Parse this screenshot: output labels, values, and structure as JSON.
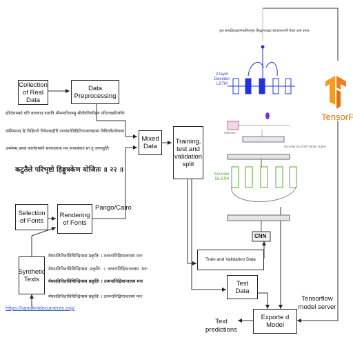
{
  "boxes": {
    "collection": "Collection of Real Data",
    "preprocessing": "Data Preprocessing",
    "mixed": "Mixed Data",
    "split": "Training, test and validation split",
    "selection": "Selection of Fonts",
    "rendering": "Rendering of Fonts",
    "synthetic": "Synthetic Texts",
    "train_val": "Train and Validation Data",
    "test": "Test Data",
    "exported": "Exporte d Model"
  },
  "labels": {
    "pango": "Pango/Cairo",
    "tf_server": "Tensorflow model server",
    "text_pred": "Text predictions",
    "source_link": "https://sanskritdocuments.org/",
    "tensorflow_logo": "TensorFlow"
  },
  "network": {
    "decoder": "2-layer Decoder LSTM",
    "encoder": "Encoder BLSTM",
    "cnn": "CNN",
    "attention": "Attention",
    "enc_states": "Encoder BLSTM hidden states",
    "output_text": "कृत साधक्षितक्षाणमप्रमितमृष्टः सिद्धाश्लाक्षाः सातवानतानी तैयार उत्स वनात"
  },
  "real_text": [
    "हरिर्दशाम्बने यति बालयात् वतरति श्रीमन्दनिताम्बु श्रीवीरधिपरिहरु परिताच्छतिलोके",
    "वासिमानम् हि निक्षितने निवेशवाहीरि तरवायतेविहितिभजलाद्यास्य विविधकैरवेणस्य",
    "उपमेयम् प्रसन्नं कारवेरामांगे सरकालाया मन् कथासंवाद सा तु जरकहुर्तिः",
    "कटुतैले परिभृष्टो हिङ्गुत्रकेण योजितः ॥ २२ ॥"
  ],
  "synthetic_text": [
    "मेघसतिनितांविधिन्द्रियस्य प्रकृतिः । तत्मनांनिद्रियान्तरस्य मनः",
    "मेघसतिनितांविधिन्द्रियस्य प्रकृतिः । तत्मनांनिद्रियान्तरस्य मनः",
    "मेघसतिनितांविधिन्द्रियस्य प्रकृतिः । तत्मनांनिद्रियान्तरस्य मनः",
    "मेघसतिनितांविधिन्द्रियस्य प्रकृतिः । तत्मनांनिद्रियान्तरस्य मनः"
  ]
}
